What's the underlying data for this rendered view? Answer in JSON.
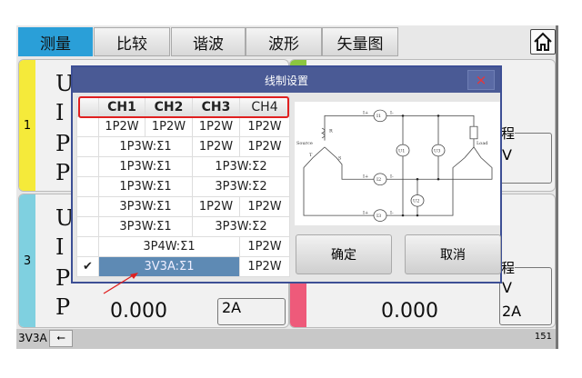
{
  "tabs": [
    "测量",
    "比较",
    "谐波",
    "波形",
    "矢量图"
  ],
  "panels": {
    "ch1": "1",
    "ch3": "3",
    "labels": [
      "U",
      "I",
      "P",
      "P"
    ],
    "value": "0.000",
    "range_current": "2A",
    "range_label": "程",
    "range_voltage": "V"
  },
  "status": {
    "mode": "3V3A",
    "number": "151"
  },
  "dialog": {
    "title": "线制设置",
    "close": "×",
    "headers": [
      "CH1",
      "CH2",
      "CH3",
      "CH4"
    ],
    "rows": [
      [
        "1P2W",
        "1P2W",
        "1P2W",
        "1P2W"
      ],
      [
        "1P3W:Σ1",
        "1P2W",
        "1P2W"
      ],
      [
        "1P3W:Σ1",
        "1P3W:Σ2"
      ],
      [
        "1P3W:Σ1",
        "3P3W:Σ2"
      ],
      [
        "3P3W:Σ1",
        "1P2W",
        "1P2W"
      ],
      [
        "3P3W:Σ1",
        "3P3W:Σ2"
      ],
      [
        "3P4W:Σ1",
        "1P2W"
      ],
      [
        "3V3A:Σ1",
        "1P2W"
      ]
    ],
    "check": "✔",
    "diagram": {
      "source": "Source",
      "load": "Load",
      "R": "R",
      "S": "S",
      "T": "T",
      "meters": [
        "I1",
        "I2",
        "I3",
        "U1",
        "U2",
        "U3"
      ],
      "iplus": "I+",
      "iminus": "I-",
      "vplus": "V+",
      "vminus": "V-"
    },
    "ok": "确定",
    "cancel": "取消"
  },
  "colors": {
    "accent": "#2a9fd8",
    "dialog_title": "#4a5a95",
    "selected": "#5e8ab4",
    "ch1": "#f5ea3a",
    "ch2": "#8cc63f",
    "ch3": "#7fd0e0",
    "ch4": "#ee5a7a"
  }
}
